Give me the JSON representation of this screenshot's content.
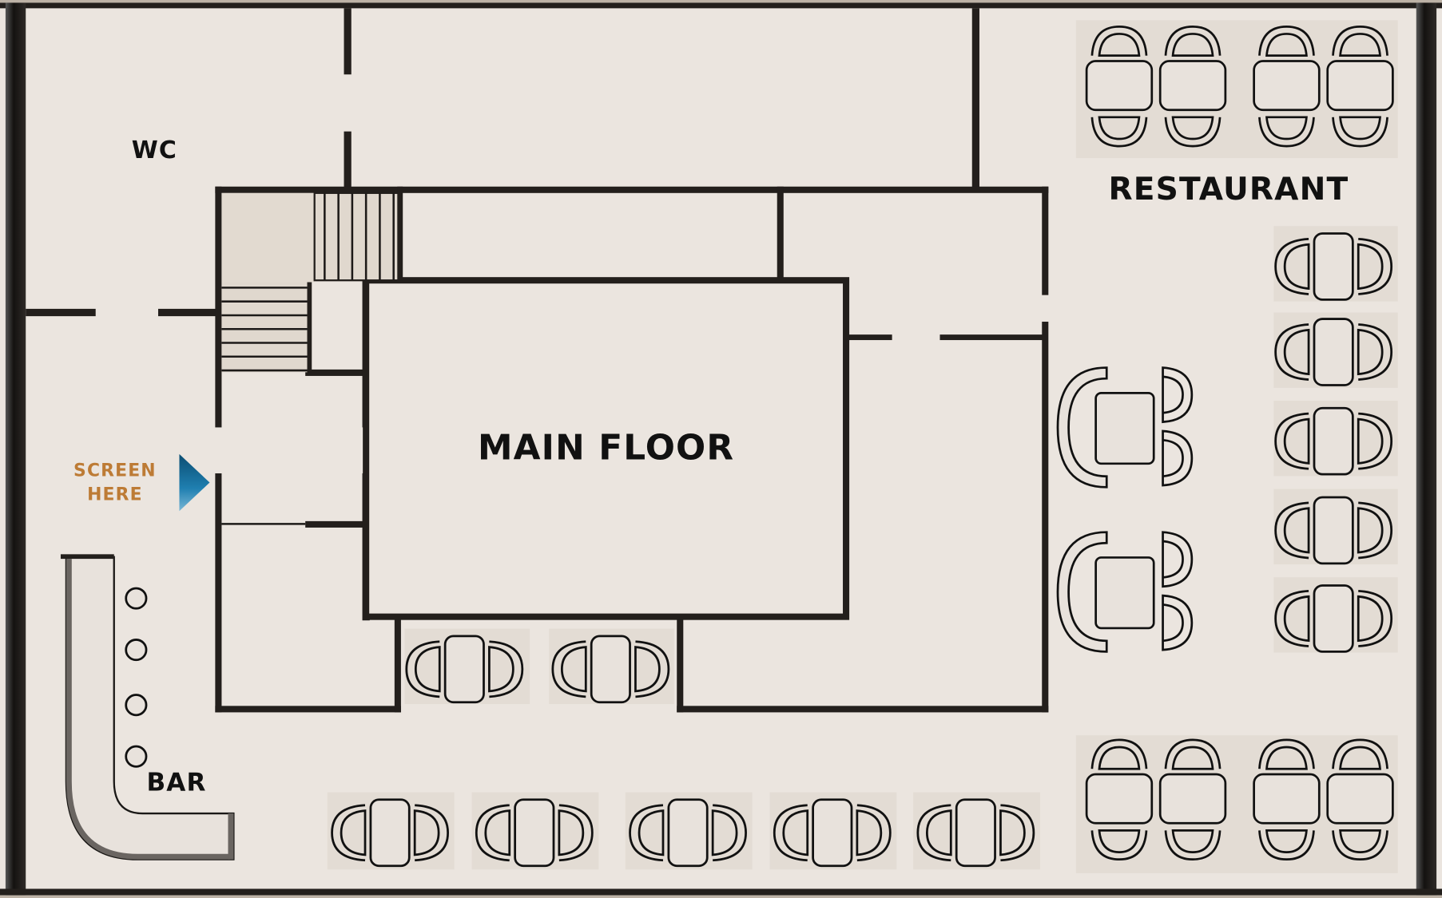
{
  "plan": {
    "title": "Venue Floor Plan",
    "areas": {
      "wc": "WC",
      "restaurant": "RESTAURANT",
      "main_floor": "MAIN FLOOR",
      "bar": "BAR",
      "screen_line1": "SCREEN",
      "screen_line2": "HERE"
    },
    "icons": {
      "screen_marker": "triangle-right-icon",
      "bar_stool": "circle-icon",
      "table": "table-with-chairs-icon",
      "sofa_booth": "sofa-booth-icon",
      "stairs": "stairs-icon"
    },
    "counts": {
      "bar_stools": 4,
      "restaurant_top_tables": 4,
      "restaurant_bottom_tables": 4,
      "restaurant_side_tables": 5,
      "booths": 2,
      "main_floor_front_tables": 2,
      "bottom_row_tables": 5
    },
    "colors": {
      "background": "#ebe5df",
      "wall": "#231f1c",
      "screen_label": "#bd7b35",
      "screen_marker": "#1a6f9b"
    }
  }
}
